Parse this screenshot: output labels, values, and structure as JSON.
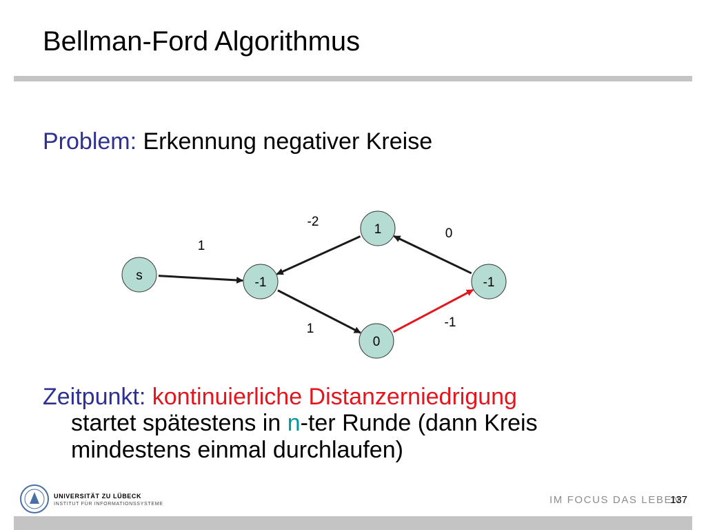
{
  "title": "Bellman-Ford Algorithmus",
  "problem": {
    "label": "Problem:",
    "text": " Erkennung negativer Kreise"
  },
  "graph": {
    "nodes": [
      {
        "id": "s",
        "label": "s"
      },
      {
        "id": "a",
        "label": "-1"
      },
      {
        "id": "top",
        "label": "1"
      },
      {
        "id": "bot",
        "label": "0"
      },
      {
        "id": "b",
        "label": "-1"
      }
    ],
    "edges": [
      {
        "from": "s",
        "to": "a",
        "weight": "1"
      },
      {
        "from": "top",
        "to": "a",
        "weight": "-2"
      },
      {
        "from": "a",
        "to": "bot",
        "weight": "1"
      },
      {
        "from": "bot",
        "to": "b",
        "weight": "-1",
        "highlight": true
      },
      {
        "from": "b",
        "to": "top",
        "weight": "0"
      }
    ],
    "colors": {
      "node_fill": "#b4dcd3",
      "edge": "#1a1a1a",
      "highlight": "#e3161e"
    }
  },
  "zeitpunkt": {
    "label": "Zeitpunkt:",
    "red_text": " kontinuierliche Distanzerniedrigung",
    "line2_a": "startet spätestens in ",
    "n": "n",
    "line2_b": "-ter Runde (dann Kreis",
    "line3": "mindestens einmal durchlaufen)"
  },
  "footer": {
    "university": "UNIVERSITÄT ZU LÜBECK",
    "institute": "INSTITUT FÜR INFORMATIONSSYSTEME",
    "slogan": "IM FOCUS DAS LEBEN",
    "page": "137"
  }
}
